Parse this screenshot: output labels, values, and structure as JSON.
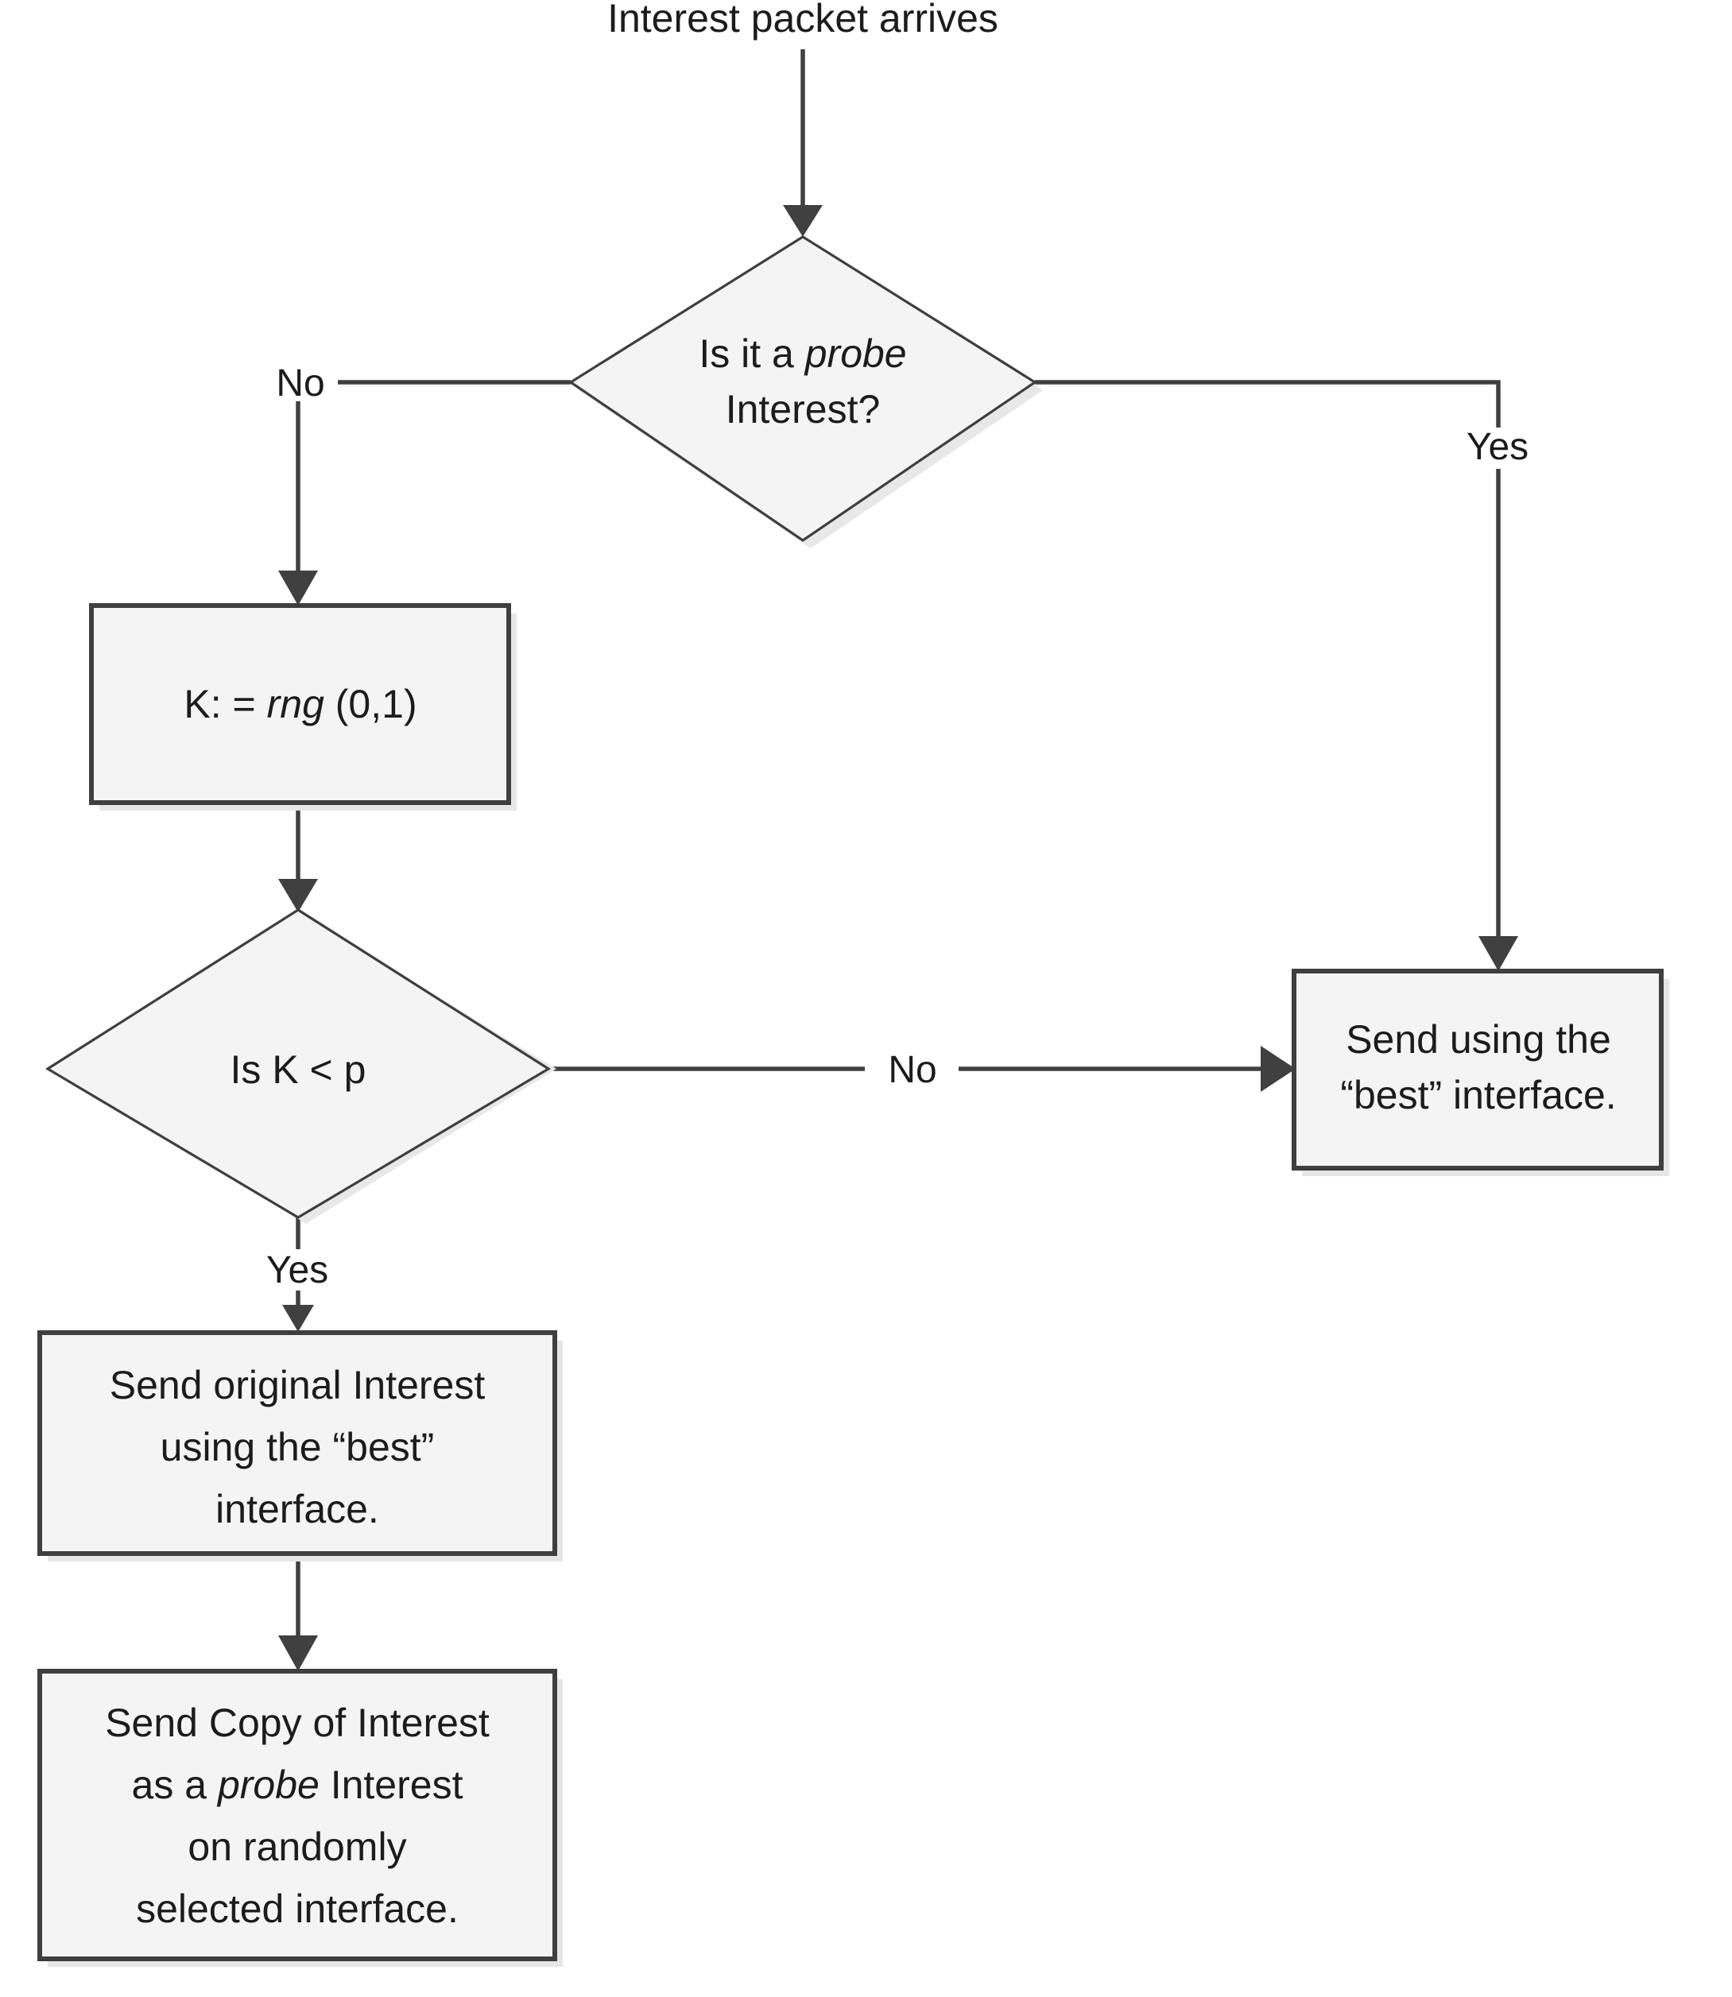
{
  "diagram": {
    "title_text": "Interest packet arrives",
    "nodes": {
      "start_label": "Interest packet arrives",
      "decision_probe": {
        "line1_pre": "Is it a ",
        "line1_ital": "probe",
        "line2": "Interest?"
      },
      "process_rng": {
        "pre": "K: = ",
        "ital": "rng",
        "post": " (0,1)"
      },
      "decision_k": {
        "line1": "Is K < p"
      },
      "send_best": {
        "line1": "Send using the",
        "line2": "“best” interface."
      },
      "send_original": {
        "line1": "Send original Interest",
        "line2": "using the “best”",
        "line3": "interface."
      },
      "send_copy": {
        "line1": "Send Copy of Interest",
        "line2_pre": "as a ",
        "line2_ital": "probe",
        "line2_post": " Interest",
        "line3": "on randomly",
        "line4": "selected interface."
      }
    },
    "edges": {
      "probe_no": "No",
      "probe_yes": "Yes",
      "k_no": "No",
      "k_yes": "Yes"
    },
    "colors": {
      "shape_fill": "#f4f4f4",
      "shape_stroke": "#3f3f3f",
      "line": "#404040",
      "text": "#1c1c1c",
      "background": "#ffffff",
      "shadow": "#e6e6e6"
    }
  }
}
